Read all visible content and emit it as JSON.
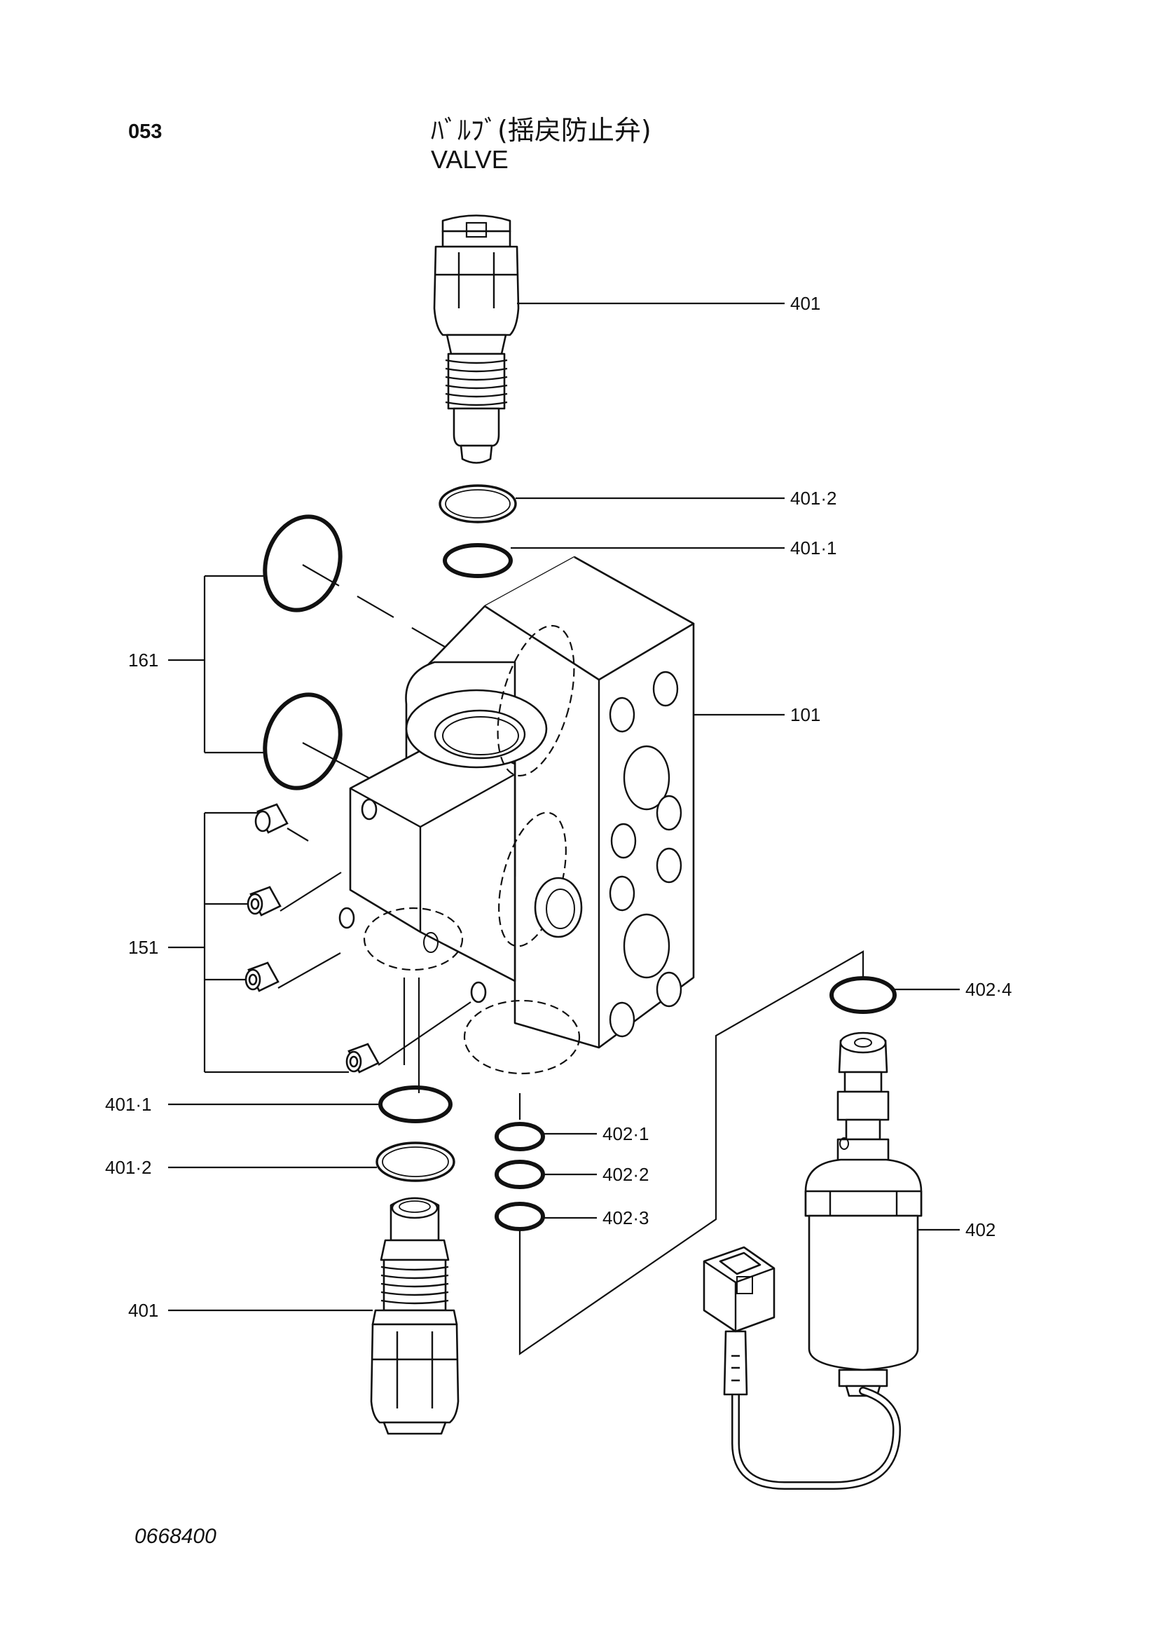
{
  "header": {
    "page_number": "053",
    "title_jp": "ﾊﾞﾙﾌﾞ(揺戻防止弁)",
    "title_en": "VALVE"
  },
  "footer": {
    "drawing_number": "0668400"
  },
  "callouts": {
    "valve_top": "401",
    "ring_top_backup": "401·2",
    "ring_top_oring": "401·1",
    "body": "101",
    "oring_set_161": "161",
    "plug_set_151": "151",
    "ring_bottom_oring": "401·1",
    "ring_bottom_backup": "401·2",
    "valve_bottom": "401",
    "oring_402_4": "402·4",
    "oring_402_1": "402·1",
    "oring_402_2": "402·2",
    "oring_402_3": "402·3",
    "solenoid_valve": "402"
  }
}
